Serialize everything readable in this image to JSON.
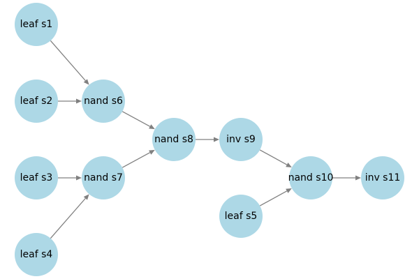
{
  "diagram": {
    "node_color": "#add8e6",
    "edge_color": "#808080",
    "nodes": [
      {
        "id": "s1",
        "label": "leaf s1"
      },
      {
        "id": "s2",
        "label": "leaf s2"
      },
      {
        "id": "s3",
        "label": "leaf s3"
      },
      {
        "id": "s4",
        "label": "leaf s4"
      },
      {
        "id": "s5",
        "label": "leaf s5"
      },
      {
        "id": "s6",
        "label": "nand s6"
      },
      {
        "id": "s7",
        "label": "nand s7"
      },
      {
        "id": "s8",
        "label": "nand s8"
      },
      {
        "id": "s9",
        "label": "inv s9"
      },
      {
        "id": "s10",
        "label": "nand s10"
      },
      {
        "id": "s11",
        "label": "inv s11"
      }
    ],
    "edges": [
      {
        "from": "s1",
        "to": "s6"
      },
      {
        "from": "s2",
        "to": "s6"
      },
      {
        "from": "s3",
        "to": "s7"
      },
      {
        "from": "s4",
        "to": "s7"
      },
      {
        "from": "s6",
        "to": "s8"
      },
      {
        "from": "s7",
        "to": "s8"
      },
      {
        "from": "s8",
        "to": "s9"
      },
      {
        "from": "s9",
        "to": "s10"
      },
      {
        "from": "s5",
        "to": "s10"
      },
      {
        "from": "s10",
        "to": "s11"
      }
    ]
  }
}
